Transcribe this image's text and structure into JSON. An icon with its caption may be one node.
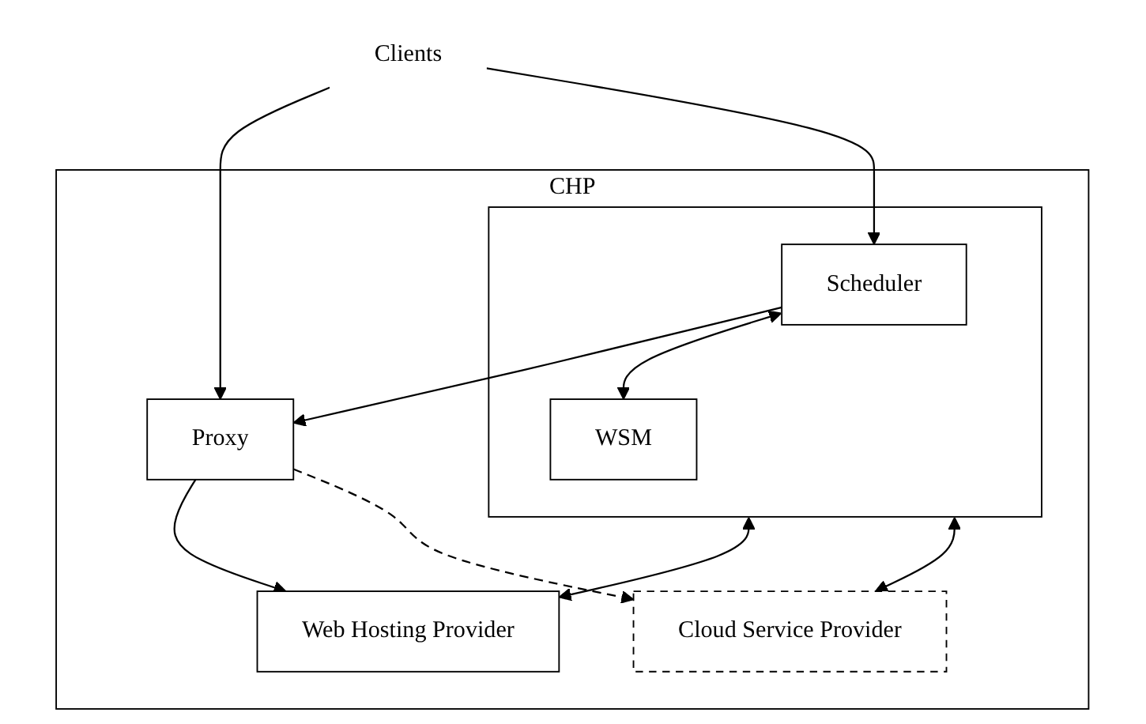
{
  "diagram": {
    "nodes": [
      {
        "text": [
          "Clients"
        ]
      },
      {
        "text": [
          "CHP"
        ]
      },
      {
        "text": [
          "Proxy"
        ],
        "in": 1
      },
      {
        "text": [],
        "shape": "box",
        "in": 1
      },
      {
        "text": [
          "Scheduler"
        ],
        "in": 3
      },
      {
        "text": [
          "WSM"
        ],
        "in": 3
      },
      {
        "text": [
          "Web Hosting Provider"
        ],
        "in": 1
      },
      {
        "text": [
          "Cloud Service Provider"
        ],
        "in": 1
      }
    ],
    "edges": [
      {
        "from": 0,
        "to": 2,
        "arrow": "to"
      },
      {
        "from": 0,
        "to": 4,
        "arrow": "to"
      },
      {
        "from": 4,
        "to": 2,
        "arrow": "to"
      },
      {
        "from": 4,
        "to": 5,
        "arrow": "both"
      },
      {
        "from": 2,
        "to": 6,
        "arrow": "to"
      },
      {
        "from": 2,
        "to": 7,
        "arrow": "to",
        "style": "dashed"
      },
      {
        "from": 3,
        "to": 6,
        "arrow": "both"
      },
      {
        "from": 3,
        "to": 7,
        "arrow": "both"
      }
    ]
  }
}
